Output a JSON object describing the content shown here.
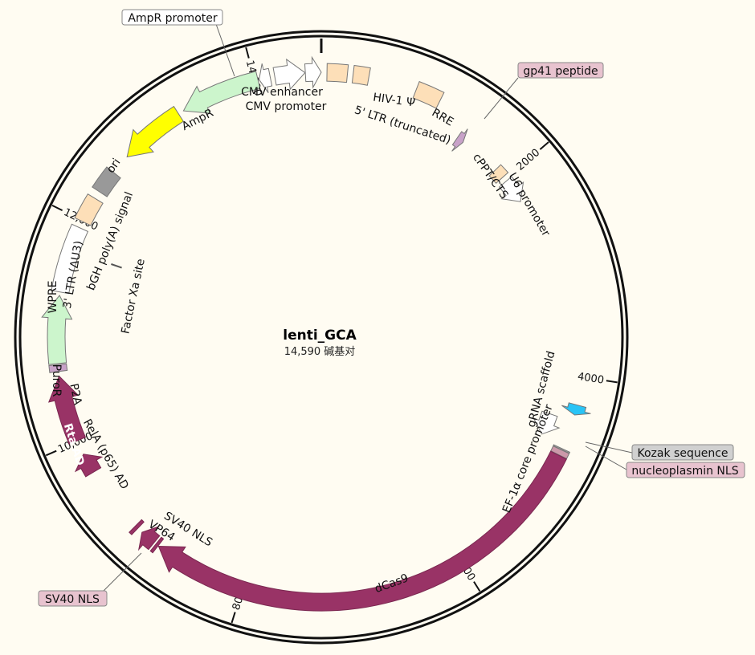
{
  "plasmid": {
    "name": "lenti_GCA",
    "length_bp": 14590,
    "length_label": "14,590 碱基对"
  },
  "ticks": [
    {
      "bp": 2000,
      "label": "2000"
    },
    {
      "bp": 4000,
      "label": "4000"
    },
    {
      "bp": 6000,
      "label": "6000"
    },
    {
      "bp": 8000,
      "label": "8000"
    },
    {
      "bp": 10000,
      "label": "10,000"
    },
    {
      "bp": 12000,
      "label": "12,000"
    },
    {
      "bp": 14000,
      "label": "14,000"
    }
  ],
  "features": [
    {
      "id": "cmv-enhancer",
      "kind": "arrow",
      "dir": 1,
      "start": 14450,
      "end": 14590,
      "track": "outer",
      "color": "#ffffff",
      "label": "CMV enhancer"
    },
    {
      "id": "cmv-promoter",
      "kind": "arrow",
      "dir": 1,
      "start": 14180,
      "end": 14448,
      "track": "outer",
      "color": "#ffffff",
      "label": "CMV promoter"
    },
    {
      "id": "ltr5",
      "kind": "box",
      "start": 50,
      "end": 230,
      "track": "outer",
      "color": "#fddfb8",
      "label": "5' LTR (truncated)"
    },
    {
      "id": "hiv-psi",
      "kind": "box",
      "start": 280,
      "end": 420,
      "track": "outer",
      "color": "#fddfb8",
      "label": "HIV-1 Ψ"
    },
    {
      "id": "rre",
      "kind": "box",
      "start": 850,
      "end": 1080,
      "track": "outer",
      "color": "#fddfb8",
      "label": "RRE"
    },
    {
      "id": "gp41",
      "kind": "arrow",
      "dir": 1,
      "start": 1390,
      "end": 1460,
      "track": "mid",
      "color": "#c8a2c8",
      "label": "gp41 peptide"
    },
    {
      "id": "cppt",
      "kind": "box",
      "start": 1870,
      "end": 1970,
      "track": "mid",
      "color": "#fddfb8",
      "label": "cPPT/CTS"
    },
    {
      "id": "u6",
      "kind": "arrow",
      "dir": 1,
      "start": 2020,
      "end": 2260,
      "track": "mid",
      "color": "#ffffff",
      "label": "U6 promoter"
    },
    {
      "id": "grna",
      "kind": "arrow",
      "dir": 1,
      "start": 4250,
      "end": 4340,
      "track": "outer",
      "color": "#29c4f6",
      "label": "gRNA scaffold"
    },
    {
      "id": "ef1a",
      "kind": "arrow",
      "dir": 1,
      "start": 4400,
      "end": 4610,
      "track": "mid",
      "color": "#ffffff",
      "label": "EF-1α core promoter"
    },
    {
      "id": "kozak",
      "kind": "box",
      "start": 4655,
      "end": 4665,
      "track": "outer",
      "color": "#aaaaaa",
      "label": "Kozak sequence"
    },
    {
      "id": "np-nls",
      "kind": "box",
      "start": 4668,
      "end": 4716,
      "track": "outer",
      "color": "#cc99aa",
      "label": "nucleoplasmin NLS"
    },
    {
      "id": "dcas9",
      "kind": "arrow",
      "dir": 1,
      "start": 4720,
      "end": 8830,
      "track": "outer",
      "color": "#993366",
      "label": "dCas9"
    },
    {
      "id": "sv40-nls-a",
      "kind": "box",
      "start": 8835,
      "end": 8860,
      "track": "outer",
      "color": "#993366",
      "label": "SV40 NLS"
    },
    {
      "id": "vp64",
      "kind": "arrow",
      "dir": 1,
      "start": 8880,
      "end": 9020,
      "track": "outer",
      "color": "#993366",
      "label": "VP64"
    },
    {
      "id": "sv40-nls-b",
      "kind": "box",
      "start": 9070,
      "end": 9100,
      "track": "outer",
      "color": "#993366",
      "label": "SV40 NLS"
    },
    {
      "id": "rela",
      "kind": "arrow",
      "dir": 1,
      "start": 9700,
      "end": 9880,
      "track": "outer",
      "color": "#993366",
      "label": "RelA (p65) AD"
    },
    {
      "id": "rta",
      "kind": "arrow",
      "dir": 1,
      "start": 10010,
      "end": 10600,
      "track": "outer",
      "color": "#993366",
      "label": "Rta AD"
    },
    {
      "id": "p2a",
      "kind": "box",
      "start": 10640,
      "end": 10700,
      "track": "outer",
      "color": "#c8a2c8",
      "label": "P2A"
    },
    {
      "id": "puror",
      "kind": "arrow",
      "dir": 1,
      "start": 10710,
      "end": 11310,
      "track": "outer",
      "color": "#ccf5cc",
      "label": "PuroR"
    },
    {
      "id": "wpre",
      "kind": "box",
      "start": 11340,
      "end": 11930,
      "track": "outer",
      "color": "#ffffff",
      "label": "WPRE"
    },
    {
      "id": "ltr3",
      "kind": "box",
      "start": 11990,
      "end": 12220,
      "track": "outer",
      "color": "#fddfb8",
      "label": "3' LTR (ΔU3)"
    },
    {
      "id": "bgh",
      "kind": "box",
      "start": 12290,
      "end": 12500,
      "track": "outer",
      "color": "#999999",
      "label": "bGH poly(A) signal"
    },
    {
      "id": "fxa",
      "kind": "site",
      "start": 11720,
      "end": 11720,
      "track": "inner",
      "color": "#555555",
      "label": "Factor Xa site"
    },
    {
      "id": "ori",
      "kind": "arrow",
      "dir": -1,
      "start": 12680,
      "end": 13270,
      "track": "outer",
      "color": "#ffff00",
      "label": "ori"
    },
    {
      "id": "ampr",
      "kind": "arrow",
      "dir": -1,
      "start": 13320,
      "end": 14030,
      "track": "outer",
      "color": "#ccf5cc",
      "label": "AmpR"
    },
    {
      "id": "ampr-prom",
      "kind": "arrow",
      "dir": -1,
      "start": 14040,
      "end": 14140,
      "track": "outer",
      "color": "#ffffff",
      "label": "AmpR promoter"
    }
  ],
  "labels": {
    "inside_rta": "Rta AD",
    "inside_puror": "PuroR",
    "inside_wpre": "WPRE",
    "inside_ori": "ori",
    "inside_dcas9": "dCas9",
    "ampr": "AmpR",
    "cmv_enhancer": "CMV enhancer",
    "cmv_promoter": "CMV promoter",
    "hiv_psi": "HIV-1 Ψ",
    "ltr5": "5' LTR (truncated)",
    "rre": "RRE",
    "cppt": "cPPT/CTS",
    "u6": "U6 promoter",
    "grna": "gRNA scaffold",
    "ef1a": "EF-1α core promoter",
    "rela": "RelA (p65) AD",
    "p2a": "P2A",
    "ltr3": "3' LTR (ΔU3)",
    "bgh": "bGH poly(A) signal",
    "fxa": "Factor Xa site",
    "sv40_nls": "SV40 NLS",
    "vp64": "VP64"
  },
  "callouts": {
    "ampr_promoter": "AmpR promoter",
    "gp41": "gp41 peptide",
    "kozak": "Kozak sequence",
    "np_nls": "nucleoplasmin NLS",
    "sv40_nls": "SV40 NLS"
  },
  "colors": {
    "background": "#fffcf2",
    "backbone": "#111111",
    "magenta": "#993366",
    "pink_callout": "#e8c3cf",
    "grey_callout": "#d0d0d0"
  }
}
